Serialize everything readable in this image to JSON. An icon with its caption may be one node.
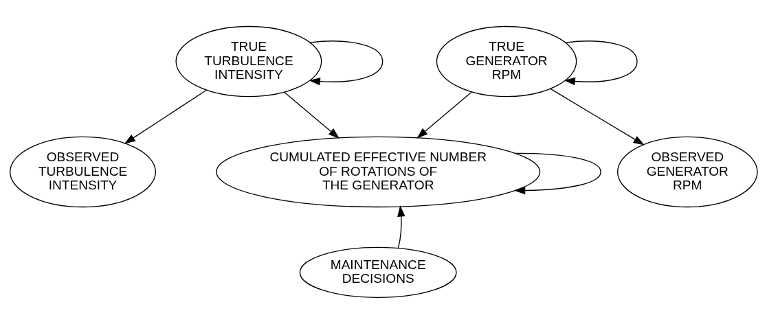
{
  "diagram": {
    "nodes": [
      {
        "text": [
          "TRUE TURBULENCE INTENSITY"
        ]
      },
      {
        "text": [
          "TRUE GENERATOR RPM"
        ]
      },
      {
        "text": [
          "OBSERVED TURBULENCE INTENSITY"
        ]
      },
      {
        "text": [
          "CUMULATED EFFECTIVE NUMBER OF ROTATIONS OF THE GENERATOR"
        ]
      },
      {
        "text": [
          "OBSERVED GENERATOR RPM"
        ]
      },
      {
        "text": [
          "MAINTENANCE DECISIONS"
        ]
      }
    ],
    "edges": [
      {
        "from": 0,
        "to": 2,
        "arrow": "to"
      },
      {
        "from": 0,
        "to": 0,
        "arrow": "to"
      },
      {
        "from": 0,
        "to": 3,
        "arrow": "to"
      },
      {
        "from": 1,
        "to": 3,
        "arrow": "to"
      },
      {
        "from": 1,
        "to": 1,
        "arrow": "to"
      },
      {
        "from": 1,
        "to": 4,
        "arrow": "to"
      },
      {
        "from": 3,
        "to": 3,
        "arrow": "to"
      },
      {
        "from": 5,
        "to": 3,
        "arrow": "to"
      }
    ]
  }
}
